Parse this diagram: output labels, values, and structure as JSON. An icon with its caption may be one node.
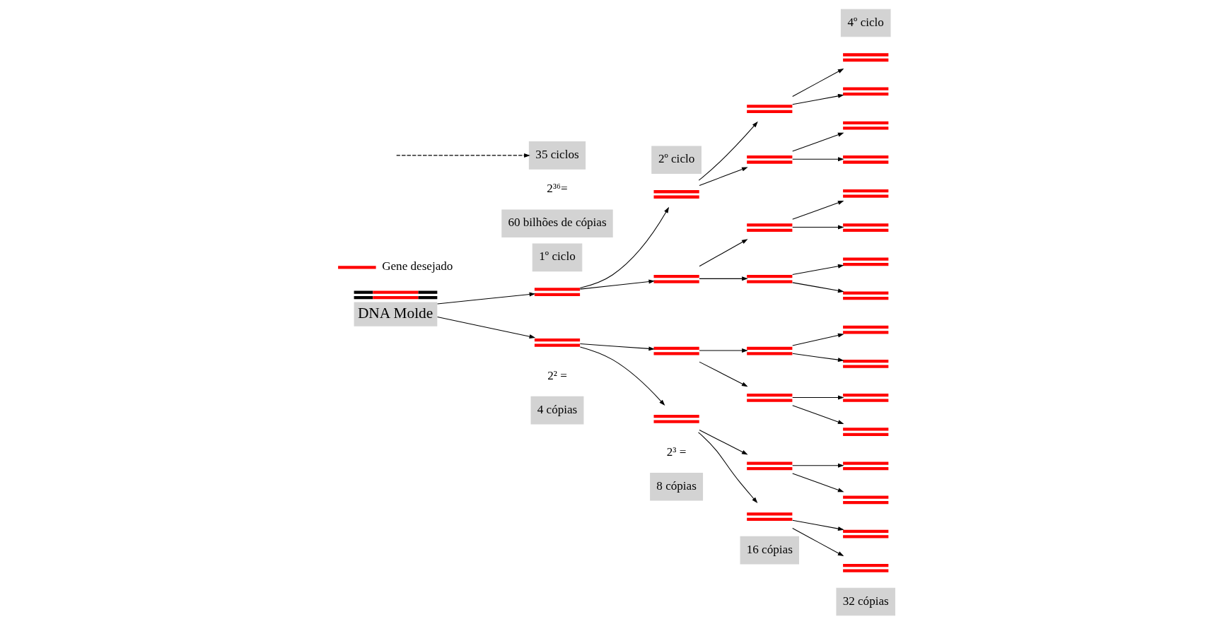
{
  "diagram": {
    "nodes": [
      {
        "text": [
          "DNA Molde"
        ]
      },
      {
        "text": [],
        "shape": "bar"
      },
      {
        "text": [],
        "shape": "bar"
      },
      {
        "text": [],
        "shape": "bar"
      },
      {
        "text": [],
        "shape": "bar"
      },
      {
        "text": [],
        "shape": "bar"
      },
      {
        "text": [],
        "shape": "bar"
      },
      {
        "text": [],
        "shape": "bar"
      },
      {
        "text": [],
        "shape": "bar"
      },
      {
        "text": [],
        "shape": "bar"
      },
      {
        "text": [],
        "shape": "bar"
      },
      {
        "text": [],
        "shape": "bar"
      },
      {
        "text": [],
        "shape": "bar"
      },
      {
        "text": [],
        "shape": "bar"
      },
      {
        "text": [],
        "shape": "bar"
      },
      {
        "text": [],
        "shape": "bar"
      },
      {
        "text": [],
        "shape": "bar"
      },
      {
        "text": [],
        "shape": "bar"
      },
      {
        "text": [],
        "shape": "bar"
      },
      {
        "text": [],
        "shape": "bar"
      },
      {
        "text": [],
        "shape": "bar"
      },
      {
        "text": [],
        "shape": "bar"
      },
      {
        "text": [],
        "shape": "bar"
      },
      {
        "text": [],
        "shape": "bar"
      },
      {
        "text": [],
        "shape": "bar"
      },
      {
        "text": [],
        "shape": "bar"
      },
      {
        "text": [],
        "shape": "bar"
      },
      {
        "text": [],
        "shape": "bar"
      },
      {
        "text": [],
        "shape": "bar"
      },
      {
        "text": [],
        "shape": "bar"
      },
      {
        "text": [],
        "shape": "bar"
      },
      {
        "text": [
          "4º ciclo"
        ]
      },
      {
        "text": [
          "2º ciclo"
        ]
      },
      {
        "text": [
          "1º ciclo"
        ]
      },
      {
        "text": [
          "35 ciclos"
        ]
      },
      {
        "text": [
          "4 cópias"
        ]
      },
      {
        "text": [
          "8 cópias"
        ]
      },
      {
        "text": [
          "16 cópias"
        ]
      },
      {
        "text": [
          "32 cópias"
        ]
      },
      {
        "text": [
          "60 bilhões de cópias"
        ]
      }
    ],
    "edges": [
      {
        "from": 0,
        "to": 1,
        "arrow": "to"
      },
      {
        "from": 0,
        "to": 2,
        "arrow": "to"
      },
      {
        "from": 1,
        "to": 3,
        "arrow": "to"
      },
      {
        "from": 1,
        "to": 4,
        "arrow": "to"
      },
      {
        "from": 2,
        "to": 5,
        "arrow": "to"
      },
      {
        "from": 2,
        "to": 6,
        "arrow": "to"
      },
      {
        "from": 3,
        "to": 7,
        "arrow": "to"
      },
      {
        "from": 3,
        "to": 8,
        "arrow": "to"
      },
      {
        "from": 4,
        "to": 9,
        "arrow": "to"
      },
      {
        "from": 4,
        "to": 10,
        "arrow": "to"
      },
      {
        "from": 5,
        "to": 11,
        "arrow": "to"
      },
      {
        "from": 5,
        "to": 12,
        "arrow": "to"
      },
      {
        "from": 6,
        "to": 13,
        "arrow": "to"
      },
      {
        "from": 6,
        "to": 14,
        "arrow": "to"
      },
      {
        "from": 7,
        "to": 15,
        "arrow": "to"
      },
      {
        "from": 7,
        "to": 16,
        "arrow": "to"
      },
      {
        "from": 8,
        "to": 17,
        "arrow": "to"
      },
      {
        "from": 8,
        "to": 18,
        "arrow": "to"
      },
      {
        "from": 9,
        "to": 19,
        "arrow": "to"
      },
      {
        "from": 9,
        "to": 20,
        "arrow": "to"
      },
      {
        "from": 10,
        "to": 21,
        "arrow": "to"
      },
      {
        "from": 10,
        "to": 22,
        "arrow": "to"
      },
      {
        "from": 11,
        "to": 23,
        "arrow": "to"
      },
      {
        "from": 11,
        "to": 24,
        "arrow": "to"
      },
      {
        "from": 12,
        "to": 25,
        "arrow": "to"
      },
      {
        "from": 12,
        "to": 26,
        "arrow": "to"
      },
      {
        "from": 13,
        "to": 27,
        "arrow": "to"
      },
      {
        "from": 13,
        "to": 28,
        "arrow": "to"
      },
      {
        "from": 14,
        "to": 29,
        "arrow": "to"
      },
      {
        "from": 14,
        "to": 30,
        "arrow": "to"
      },
      {
        "from": null,
        "to": 34,
        "arrow": "to",
        "style": "dashed"
      }
    ],
    "labels": [
      "2² =",
      "2³ =",
      "2³⁶="
    ],
    "legend": [
      {
        "text": "Gene desejado"
      }
    ]
  }
}
